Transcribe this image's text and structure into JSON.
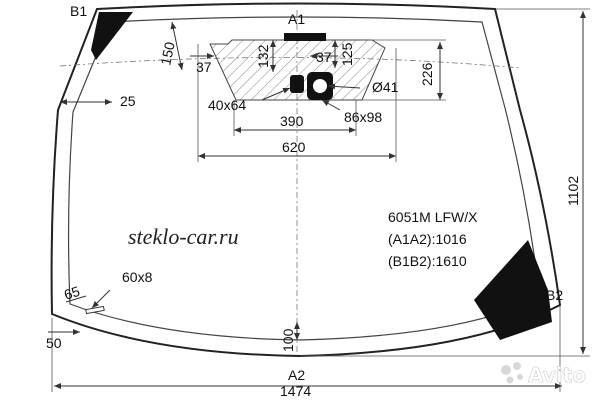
{
  "part_code": "6051M LFW/X",
  "spec_a": "(A1A2):1016",
  "spec_b": "(B1B2):1610",
  "watermark": "steklo-car.ru",
  "avito_label": "Avito",
  "labels": {
    "a1": "A1",
    "a2": "A2",
    "b1": "B1",
    "b2": "B2"
  },
  "dimensions": {
    "d150": "150",
    "d132": "132",
    "d125": "125",
    "d37_left": "37",
    "d37_right": "37",
    "d226": "226",
    "d25": "25",
    "d41": "Ø41",
    "d40x64": "40x64",
    "d390": "390",
    "d86x98": "86x98",
    "d620": "620",
    "d1102": "1102",
    "d60x8": "60x8",
    "d65": "65",
    "d50": "50",
    "d100": "100",
    "d1474": "1474"
  }
}
